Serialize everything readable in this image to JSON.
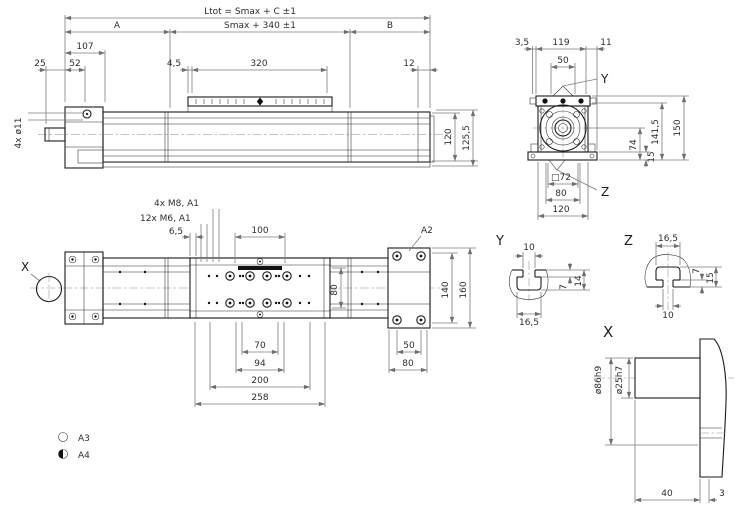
{
  "front_view": {
    "dim_total": "Ltot = Smax + C  ±1",
    "dim_a": "A",
    "dim_smax": "Smax + 340  ±1",
    "dim_b": "B",
    "dim_107": "107",
    "dim_25": "25",
    "dim_52": "52",
    "dim_4_5": "4,5",
    "dim_320": "320",
    "dim_12": "12",
    "label_bolts": "4x ø11",
    "dim_120": "120",
    "dim_125_5": "125,5"
  },
  "end_view": {
    "dim_3_5": "3,5",
    "dim_119": "119",
    "dim_11": "11",
    "dim_50": "50",
    "label_y": "Y",
    "dim_74": "74",
    "dim_141_5": "141,5",
    "dim_150": "150",
    "dim_15": "15",
    "dim_sq72": "□72",
    "dim_80": "80",
    "dim_120": "120",
    "label_z": "Z"
  },
  "bottom_view": {
    "label_x": "X",
    "label_m8": "4x M8, A1",
    "label_m6": "12x M6, A1",
    "dim_6_5": "6,5",
    "dim_100": "100",
    "label_a2": "A2",
    "dim_80_carriage": "80",
    "dim_140": "140",
    "dim_160": "160",
    "dim_70": "70",
    "dim_94": "94",
    "dim_200": "200",
    "dim_258": "258",
    "dim_50": "50",
    "dim_80": "80"
  },
  "detail_y": {
    "title": "Y",
    "dim_10": "10",
    "dim_16_5": "16,5",
    "dim_7": "7",
    "dim_14": "14"
  },
  "detail_z": {
    "title": "Z",
    "dim_16_5": "16,5",
    "dim_10": "10",
    "dim_7": "7",
    "dim_15": "15"
  },
  "detail_x": {
    "title": "X",
    "dim_dia86": "ø86h9",
    "dim_dia25": "ø25h7",
    "dim_40": "40",
    "dim_3": "3"
  },
  "legend": {
    "a3": "A3",
    "a4": "A4"
  },
  "colors": {
    "outline": "#1b1b1b",
    "dimension": "#7d7d7d",
    "text": "#2e2e2e",
    "background": "#ffffff"
  }
}
